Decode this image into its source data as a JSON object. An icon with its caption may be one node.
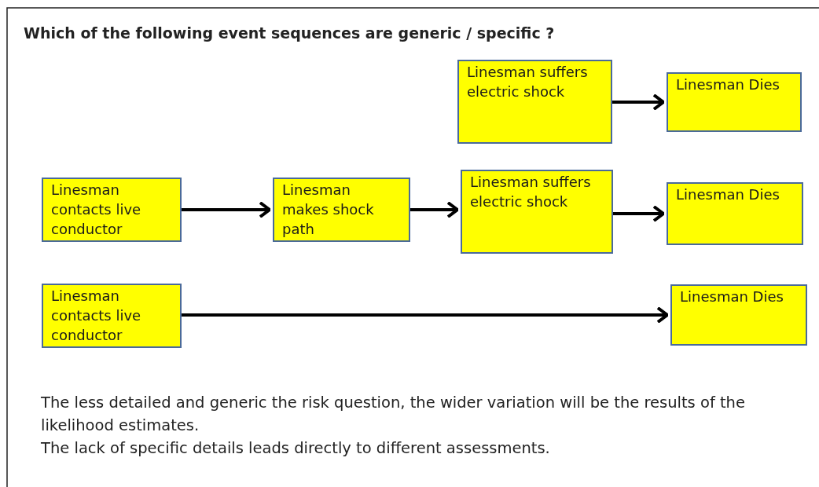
{
  "diagram": {
    "title": "Which of the following event sequences are generic / specific ?",
    "nodes": [
      {
        "text": [
          "Linesman suffers electric shock"
        ]
      },
      {
        "text": [
          "Linesman Dies"
        ]
      },
      {
        "text": [
          "Linesman contacts live conductor"
        ]
      },
      {
        "text": [
          "Linesman makes shock path"
        ]
      },
      {
        "text": [
          "Linesman suffers electric shock"
        ]
      },
      {
        "text": [
          "Linesman Dies"
        ]
      },
      {
        "text": [
          "Linesman contacts live conductor"
        ]
      },
      {
        "text": [
          "Linesman Dies"
        ]
      }
    ],
    "edges": [
      {
        "from": 0,
        "to": 1,
        "arrow": "to"
      },
      {
        "from": 2,
        "to": 3,
        "arrow": "to"
      },
      {
        "from": 3,
        "to": 4,
        "arrow": "to"
      },
      {
        "from": 4,
        "to": 5,
        "arrow": "to"
      },
      {
        "from": 6,
        "to": 7,
        "arrow": "to"
      }
    ],
    "labels": [
      "The less detailed and generic the risk question, the wider variation will be the results of the likelihood estimates.",
      "The lack of specific details leads directly to different assessments."
    ]
  }
}
